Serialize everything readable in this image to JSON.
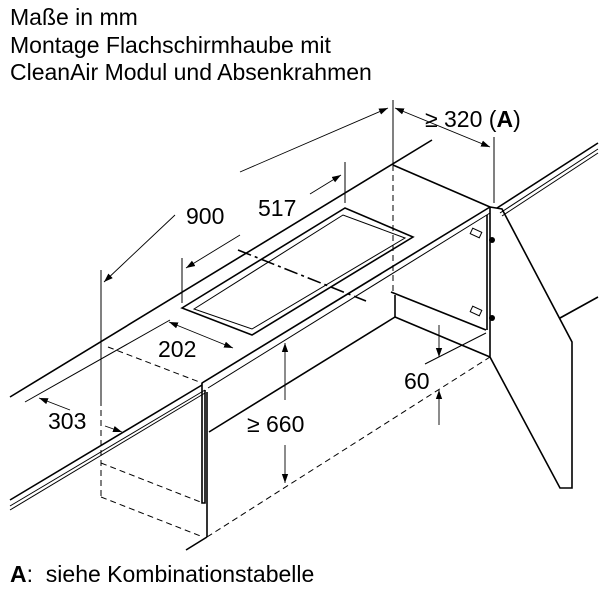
{
  "title": {
    "line1": "Maße in mm",
    "line2": "Montage Flachschirmhaube mit",
    "line3": "CleanAir Modul und Absenkrahmen"
  },
  "dimensions": {
    "width_900": "900",
    "cutout_517": "517",
    "cutout_202": "202",
    "depth_303": "303",
    "height_660": "≥ 660",
    "gap_60": "60",
    "min_320_prefix": "≥ 320 (",
    "min_320_ref": "A",
    "min_320_suffix": ")"
  },
  "footer": {
    "ref": "A",
    "text": ":  siehe Kombinationstabelle"
  }
}
